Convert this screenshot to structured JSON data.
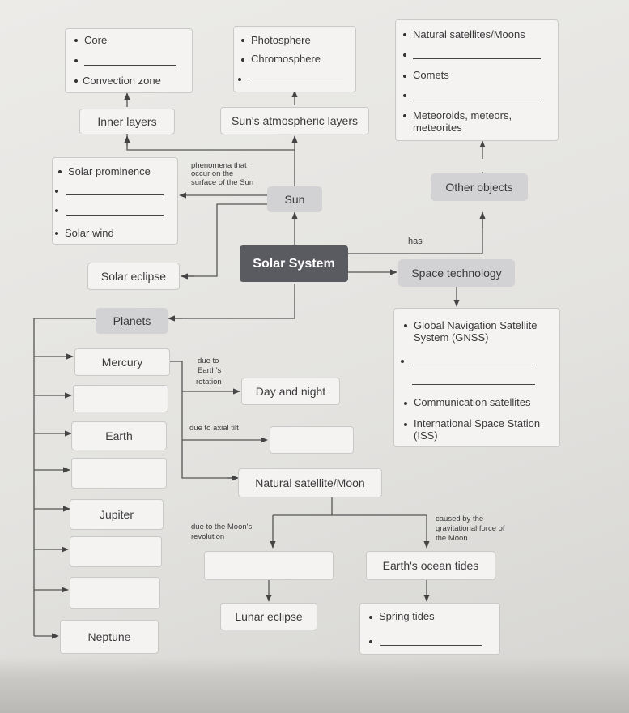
{
  "inner_layers": {
    "label": "Inner layers",
    "items": [
      "Core",
      "",
      "Convection zone"
    ]
  },
  "atmospheric_layers": {
    "label": "Sun's atmospheric layers",
    "items": [
      "Photosphere",
      "Chromosphere",
      ""
    ]
  },
  "other_objects": {
    "label": "Other objects",
    "items": [
      "Natural satellites/Moons",
      "",
      "Comets",
      "",
      "Meteoroids, meteors,",
      "meteorites"
    ]
  },
  "phenomena": {
    "annotation": [
      "phenomena that",
      "occur on the",
      "surface of the Sun"
    ],
    "items": [
      "Solar prominence",
      "",
      "",
      "Solar wind"
    ]
  },
  "sun": "Sun",
  "has_label": "has",
  "solar_system": "Solar System",
  "solar_eclipse": "Solar eclipse",
  "space_technology": {
    "label": "Space technology",
    "items": [
      "Global Navigation Satellite",
      "System (GNSS)",
      "",
      "Communication satellites",
      "International Space Station",
      "(ISS)"
    ]
  },
  "planets": {
    "label": "Planets",
    "items": [
      "Mercury",
      "",
      "Earth",
      "",
      "Jupiter",
      "",
      "",
      "Neptune"
    ]
  },
  "earth_rotation": {
    "annotation": [
      "due to",
      "Earth's",
      "rotation"
    ],
    "result": "Day and night"
  },
  "axial_tilt": {
    "annotation": "due to axial tilt",
    "result": ""
  },
  "moon": {
    "label": "Natural satellite/Moon",
    "revolution_annotation": [
      "due to the Moon's",
      "revolution"
    ],
    "gravity_annotation": [
      "caused by the",
      "gravitational force of",
      "the Moon"
    ],
    "revolution_result": "",
    "tides": "Earth's ocean tides",
    "eclipse": "Lunar eclipse",
    "tide_items": [
      "Spring tides",
      ""
    ]
  }
}
